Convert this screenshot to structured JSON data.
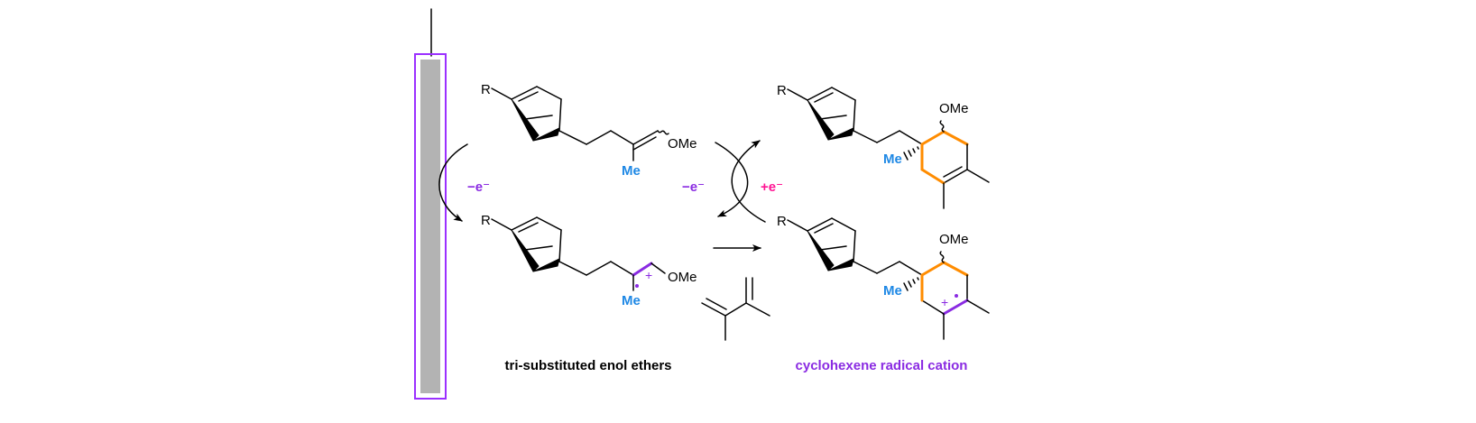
{
  "colors": {
    "electrode_frame": "#9b30ff",
    "electrode_inner": "#b3b3b3",
    "ox_label": "#8a2be2",
    "red_label": "#ff1493",
    "methyl": "#1e88e5",
    "new_bond": "#ff8c00",
    "radical_bond": "#8a2be2",
    "product_label": "#8a2be2"
  },
  "oxidation_label_left": "−e⁻",
  "oxidation_label_right": "−e⁻",
  "reduction_label": "+e⁻",
  "atoms": {
    "r": "R",
    "ome": "OMe",
    "me": "Me",
    "plus": "+"
  },
  "labels": {
    "substrate": "tri-substituted enol ethers",
    "product": "cyclohexene radical cation"
  }
}
